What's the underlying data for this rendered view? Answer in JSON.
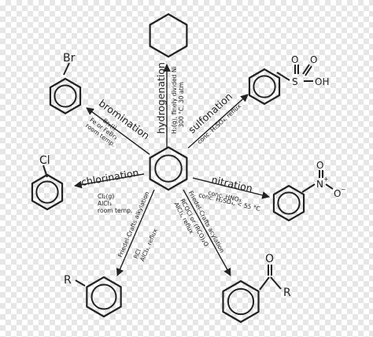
{
  "reactions": {
    "hydrogenation": {
      "name": "hydrogenation",
      "conditions": [
        "H₂(g), finely divided Ni",
        "300 °C, 30 atm"
      ]
    },
    "sulfonation": {
      "name": "sulfonation",
      "conditions": [
        "conc. H₂SO₄, reflux"
      ]
    },
    "bromination": {
      "name": "bromination",
      "conditions": [
        "Br₂(l)",
        "Fe or FeBr₃",
        "room temp."
      ]
    },
    "chlorination": {
      "name": "chlorination",
      "conditions": [
        "Cl₂(g)",
        "AlCl₃",
        "room temp."
      ]
    },
    "nitration": {
      "name": "nitration",
      "conditions": [
        "conc. HNO₃",
        "conc. H₂SO₄, < 55 °C"
      ]
    },
    "alkylation": {
      "name": "Friedel-Crafts alkylation",
      "conditions": [
        "RCl",
        "AlCl₃, reflux"
      ]
    },
    "acylation": {
      "name": "Friedel-Crafts acylation",
      "conditions": [
        "RCOCl or (RCO)₂O",
        "AlCl₃, reflux"
      ]
    }
  },
  "atoms": {
    "bromine": "Br",
    "chlorine": "Cl",
    "alkyl": "R",
    "acyl_r": "R",
    "sulfur": "S",
    "sulfonyl_o1": "O",
    "sulfonyl_o2": "O",
    "hydroxyl": "OH",
    "nitrogen": "N",
    "nitro_plus": "+",
    "nitro_o1": "O",
    "nitro_o2": "O",
    "nitro_minus": "−",
    "carbonyl_o": "O"
  },
  "colors": {
    "ink": "#222222",
    "background": "#ffffff"
  }
}
